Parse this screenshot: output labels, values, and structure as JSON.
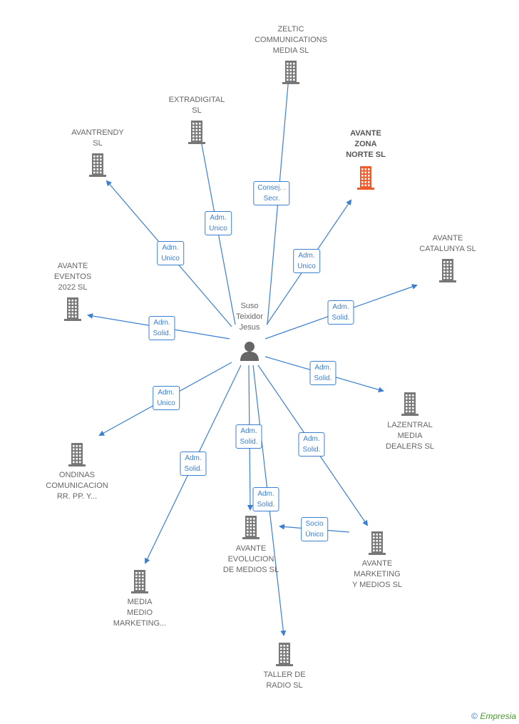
{
  "center": {
    "name_lines": [
      "Suso",
      "Teixidor",
      "Jesus"
    ]
  },
  "companies": [
    {
      "id": "zeltic",
      "lines": [
        "ZELTIC",
        "COMMUNICATIONS",
        "MEDIA  SL"
      ],
      "focus": false
    },
    {
      "id": "extradigital",
      "lines": [
        "EXTRADIGITAL",
        "SL"
      ],
      "focus": false
    },
    {
      "id": "avantrendy",
      "lines": [
        "AVANTRENDY",
        "SL"
      ],
      "focus": false
    },
    {
      "id": "avante-zona-norte",
      "lines": [
        "AVANTE",
        "ZONA",
        "NORTE  SL"
      ],
      "focus": true
    },
    {
      "id": "avante-catalunya",
      "lines": [
        "AVANTE",
        "CATALUNYA  SL"
      ],
      "focus": false
    },
    {
      "id": "avante-eventos",
      "lines": [
        "AVANTE",
        "EVENTOS",
        "2022  SL"
      ],
      "focus": false
    },
    {
      "id": "lazentral",
      "lines": [
        "LAZENTRAL",
        "MEDIA",
        "DEALERS  SL"
      ],
      "focus": false
    },
    {
      "id": "ondinas",
      "lines": [
        "ONDINAS",
        "COMUNICACION",
        "RR. PP. Y..."
      ],
      "focus": false
    },
    {
      "id": "avante-evolucion",
      "lines": [
        "AVANTE",
        "EVOLUCION",
        "DE MEDIOS  SL"
      ],
      "focus": false
    },
    {
      "id": "avante-marketing",
      "lines": [
        "AVANTE",
        "MARKETING",
        "Y MEDIOS  SL"
      ],
      "focus": false
    },
    {
      "id": "media-medio",
      "lines": [
        "MEDIA",
        "MEDIO",
        "MARKETING..."
      ],
      "focus": false
    },
    {
      "id": "taller-de-radio",
      "lines": [
        "TALLER DE",
        "RADIO SL"
      ],
      "focus": false
    }
  ],
  "relations": [
    {
      "target": "zeltic",
      "lines": [
        "Consej. .",
        "Secr."
      ]
    },
    {
      "target": "extradigital",
      "lines": [
        "Adm.",
        "Unico"
      ]
    },
    {
      "target": "avantrendy",
      "lines": [
        "Adm.",
        "Unico"
      ]
    },
    {
      "target": "avante-zona-norte",
      "lines": [
        "Adm.",
        "Unico"
      ]
    },
    {
      "target": "avante-catalunya",
      "lines": [
        "Adm.",
        "Solid."
      ]
    },
    {
      "target": "avante-eventos",
      "lines": [
        "Adm.",
        "Solid."
      ]
    },
    {
      "target": "lazentral",
      "lines": [
        "Adm.",
        "Solid."
      ]
    },
    {
      "target": "ondinas",
      "lines": [
        "Adm.",
        "Unico"
      ]
    },
    {
      "target": "avante-evolucion",
      "lines": [
        "Adm.",
        "Solid."
      ]
    },
    {
      "target": "avante-marketing",
      "lines": [
        "Adm.",
        "Solid."
      ]
    },
    {
      "target": "media-medio",
      "lines": [
        "Adm.",
        "Solid."
      ]
    },
    {
      "target": "taller-de-radio",
      "lines": [
        "Adm.",
        "Solid."
      ]
    },
    {
      "source": "avante-marketing",
      "target": "avante-evolucion",
      "lines": [
        "Socio",
        "Único"
      ]
    }
  ],
  "colors": {
    "edge": "#3b7fd0",
    "building": "#777777",
    "building_focus": "#ee5a2a",
    "person": "#666666"
  },
  "footer": {
    "symbol": "©",
    "brand": "Empresia"
  }
}
